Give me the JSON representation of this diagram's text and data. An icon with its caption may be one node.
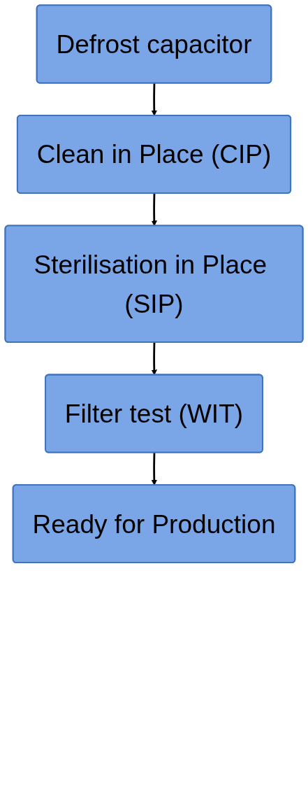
{
  "diagram": {
    "nodes": [
      {
        "text": [
          "Defrost capacitor"
        ]
      },
      {
        "text": [
          "Clean in Place (CIP)"
        ]
      },
      {
        "text": [
          "Sterilisation in Place (SIP)"
        ]
      },
      {
        "text": [
          "Filter test (WIT)"
        ]
      },
      {
        "text": [
          "Ready for Production"
        ]
      }
    ],
    "edges": [
      {
        "from": 0,
        "to": 1,
        "arrow": "to"
      },
      {
        "from": 1,
        "to": 2,
        "arrow": "to"
      },
      {
        "from": 2,
        "to": 3,
        "arrow": "to"
      },
      {
        "from": 3,
        "to": 4,
        "arrow": "to"
      }
    ]
  }
}
